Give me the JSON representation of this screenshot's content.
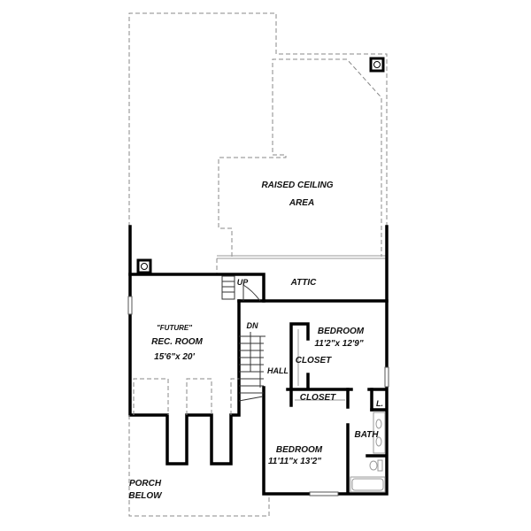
{
  "plan": {
    "labels": {
      "raised_ceiling": "RAISED CEILING",
      "raised_ceiling_area": "AREA",
      "attic": "ATTIC",
      "up": "UP",
      "dn": "DN",
      "future": "\"FUTURE\"",
      "rec_room": "REC. ROOM",
      "rec_room_size": "15'6\"x 20'",
      "bedroom1": "BEDROOM",
      "bedroom1_size": "11'2\"x 12'9\"",
      "closet1": "CLOSET",
      "hall": "HALL",
      "closet2": "CLOSET",
      "linen": "L.",
      "bath": "BATH",
      "bedroom2": "BEDROOM",
      "bedroom2_size": "11'11\"x 13'2\"",
      "porch": "PORCH",
      "porch_below": "BELOW"
    },
    "colors": {
      "wall": "#000000",
      "dashed": "#888888"
    }
  }
}
